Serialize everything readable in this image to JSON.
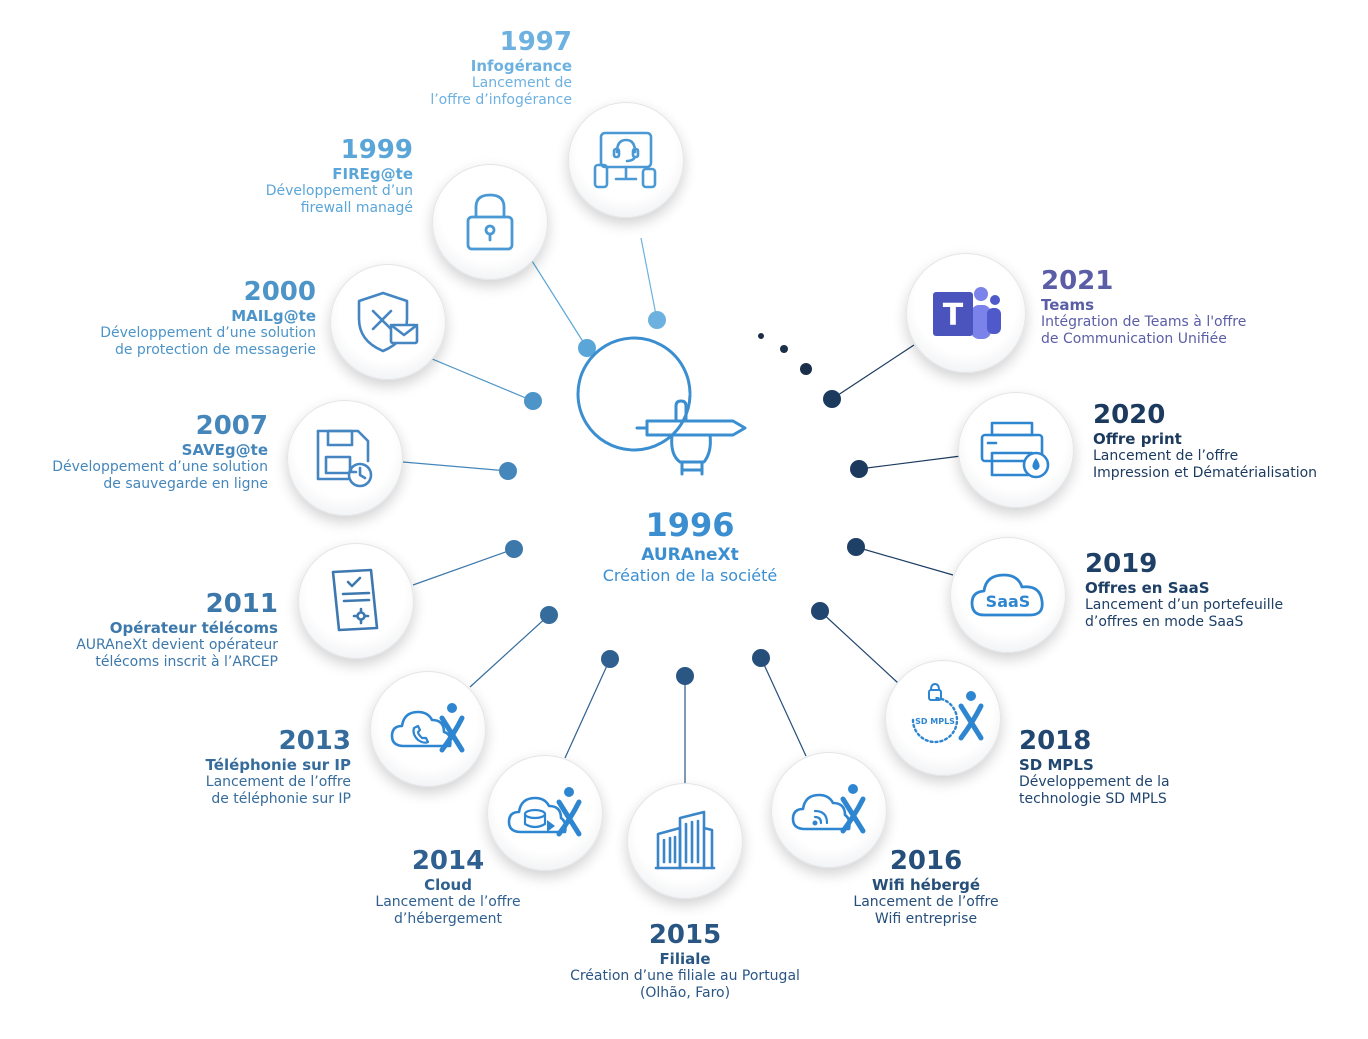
{
  "center": {
    "year": "1996",
    "name": "AURAneXt",
    "desc": "Création de la société"
  },
  "milestones": [
    {
      "year": "1997",
      "name": "Infogérance",
      "desc1": "Lancement de",
      "desc2": "l’offre d’infogérance",
      "color": "#6db1e0",
      "icon": "helpdesk-icon"
    },
    {
      "year": "1999",
      "name": "FIREg@te",
      "desc1": "Développement d’un",
      "desc2": "firewall managé",
      "color": "#5ba6d8",
      "icon": "lock-icon"
    },
    {
      "year": "2000",
      "name": "MAILg@te",
      "desc1": "Développement d’une solution",
      "desc2": "de protection de messagerie",
      "color": "#4d94c8",
      "icon": "mail-shield-icon"
    },
    {
      "year": "2007",
      "name": "SAVEg@te",
      "desc1": "Développement d’une solution",
      "desc2": "de sauvegarde en ligne",
      "color": "#4586bb",
      "icon": "save-icon"
    },
    {
      "year": "2011",
      "name": "Opérateur télécoms",
      "desc1": "AURAneXt devient opérateur",
      "desc2": "télécoms inscrit à l’ARCEP",
      "color": "#3c78aa",
      "icon": "certificate-icon"
    },
    {
      "year": "2013",
      "name": "Téléphonie sur IP",
      "desc1": "Lancement de l’offre",
      "desc2": "de téléphonie sur IP",
      "color": "#356c9c",
      "icon": "cloud-phone-icon"
    },
    {
      "year": "2014",
      "name": "Cloud",
      "desc1": "Lancement de l’offre",
      "desc2": "d’hébergement",
      "color": "#2f6090",
      "icon": "cloud-storage-icon"
    },
    {
      "year": "2015",
      "name": "Filiale",
      "desc1": "Création d’une filiale au Portugal",
      "desc2": "(Olhão, Faro)",
      "color": "#2a5684",
      "icon": "building-icon"
    },
    {
      "year": "2016",
      "name": "Wifi hébergé",
      "desc1": "Lancement de l’offre",
      "desc2": "Wifi entreprise",
      "color": "#254e7a",
      "icon": "cloud-wifi-icon"
    },
    {
      "year": "2018",
      "name": "SD MPLS",
      "desc1": "Développement de la",
      "desc2": "technologie SD MPLS",
      "color": "#21466f",
      "icon": "sd-mpls-icon"
    },
    {
      "year": "2019",
      "name": "Offres en SaaS",
      "desc1": "Lancement d’un portefeuille",
      "desc2": "d’offres en mode SaaS",
      "color": "#1e3f66",
      "icon": "saas-cloud-icon"
    },
    {
      "year": "2020",
      "name": "Offre print",
      "desc1": "Lancement de l’offre",
      "desc2": "Impression et Dématérialisation",
      "color": "#1b3a5e",
      "icon": "printer-icon"
    },
    {
      "year": "2021",
      "name": "Teams",
      "desc1": "Intégration de Teams à l'offre",
      "desc2": "de Communication Unifiée",
      "color": "#5b5ea6",
      "icon": "teams-icon"
    }
  ],
  "sd_mpls_icon_text": "SD MPLS",
  "saas_icon_text": "SaaS",
  "teams_icon_text": "T"
}
